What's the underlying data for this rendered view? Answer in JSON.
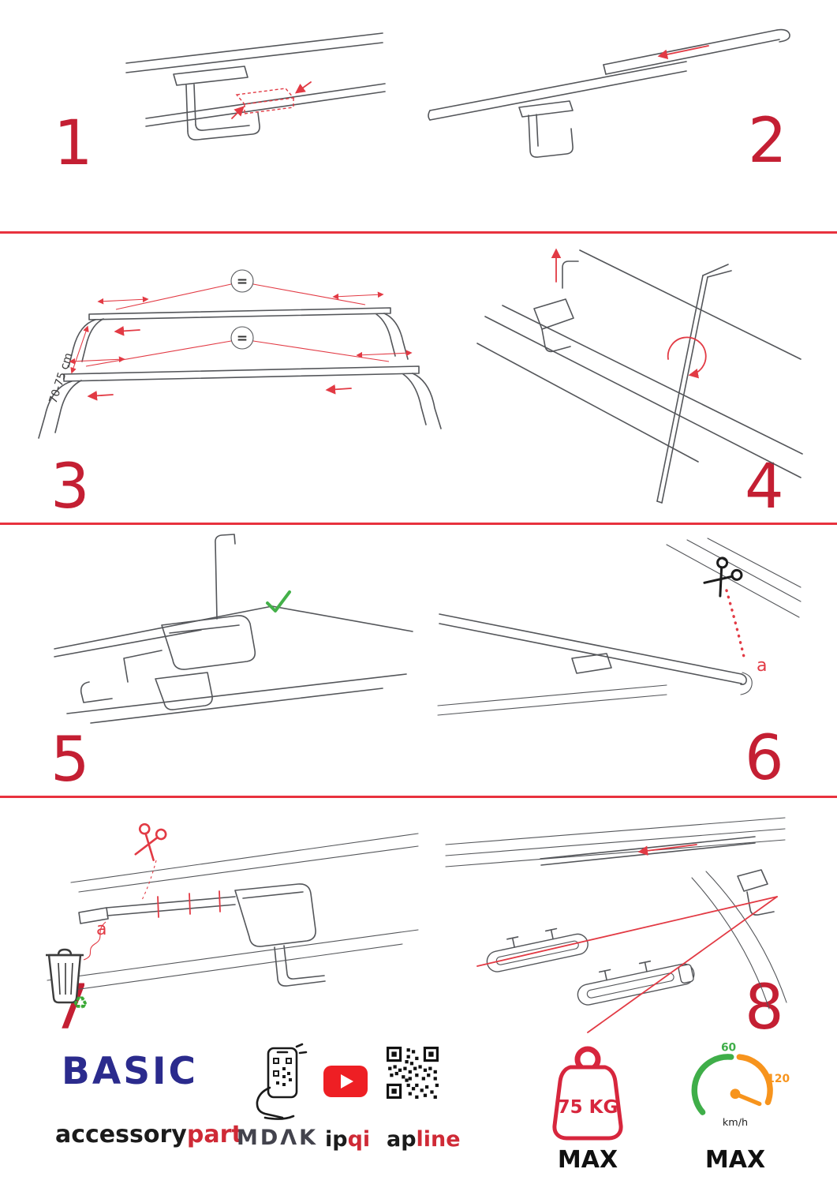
{
  "page": {
    "accent": "#e23a44",
    "step_number_color": "#c41f33"
  },
  "steps": [
    {
      "number": "1"
    },
    {
      "number": "2"
    },
    {
      "number": "3",
      "dimension_label": "70-75 cm",
      "equal_symbol": "="
    },
    {
      "number": "4"
    },
    {
      "number": "5"
    },
    {
      "number": "6",
      "part_label": "a"
    },
    {
      "number": "7",
      "part_label": "a"
    },
    {
      "number": "8"
    }
  ],
  "icons": {
    "recycle": "♻"
  },
  "footer": {
    "brand_name": "BASIC",
    "brand_line_black": "accessory",
    "brand_line_red": "part",
    "partner_1": "MDΛK",
    "partner_2_black": "ip",
    "partner_2_red": "qi",
    "partner_3_black": "ap",
    "partner_3_red": "line",
    "weight_limit": "75 KG",
    "weight_max_label": "MAX",
    "speed_tick_low": "60",
    "speed_tick_high": "120",
    "speed_unit": "km/h",
    "speed_max_label": "MAX"
  }
}
